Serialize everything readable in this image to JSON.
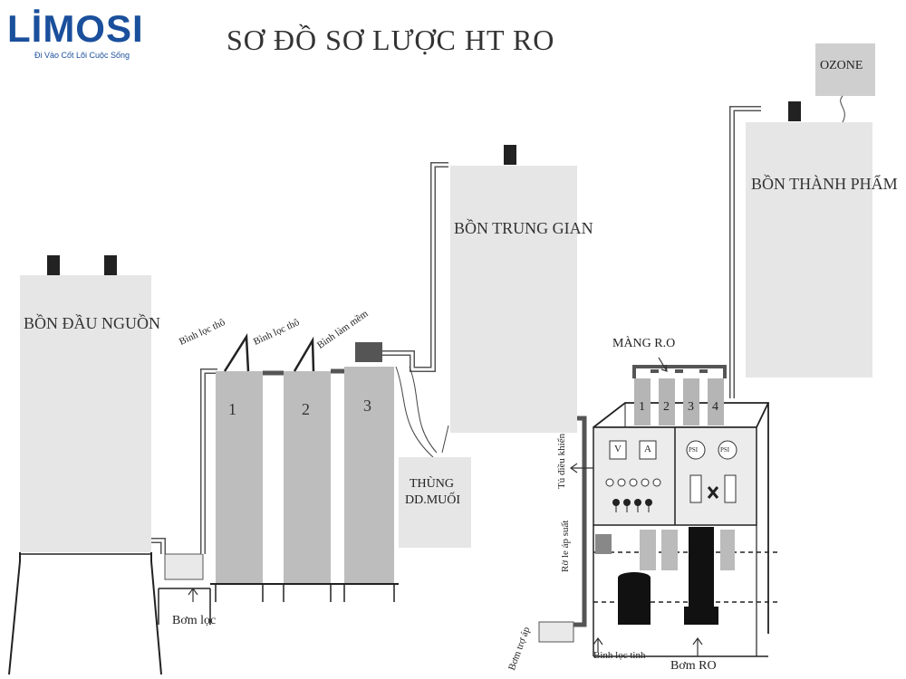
{
  "logo": {
    "word": "LİMOSI",
    "tagline": "Đi Vào Cốt Lõi Cuộc Sống"
  },
  "title": "SƠ ĐỒ SƠ LƯỢC HT RO",
  "tanks": {
    "source": "BỒN ĐẦU NGUỒN",
    "intermediate": "BỒN TRUNG GIAN",
    "product": "BỒN THÀNH PHẨM",
    "ozone": "OZONE",
    "salt_tank": [
      "THÙNG",
      "DD.MUỐI"
    ]
  },
  "filters": {
    "coarse1_label": "Bình lọc thô",
    "coarse2_label": "Bình lọc thô",
    "softener_label": "Bình làm mềm",
    "numbers": [
      "1",
      "2",
      "3"
    ]
  },
  "ro": {
    "membrane_title": "MÀNG R.O",
    "membrane_numbers": [
      "1",
      "2",
      "3",
      "4"
    ],
    "control_cabinet": "Tủ điều khiển",
    "pressure_relay": "Rờ le áp suất",
    "booster_pump": "Bơm trợ áp",
    "precision_filter": "Bình lọc tinh",
    "ro_pump": "Bơm RO",
    "gauge_v": "V",
    "gauge_a": "A",
    "psi": "PSI"
  },
  "pumps": {
    "filter_pump": "Bơm lọc"
  }
}
